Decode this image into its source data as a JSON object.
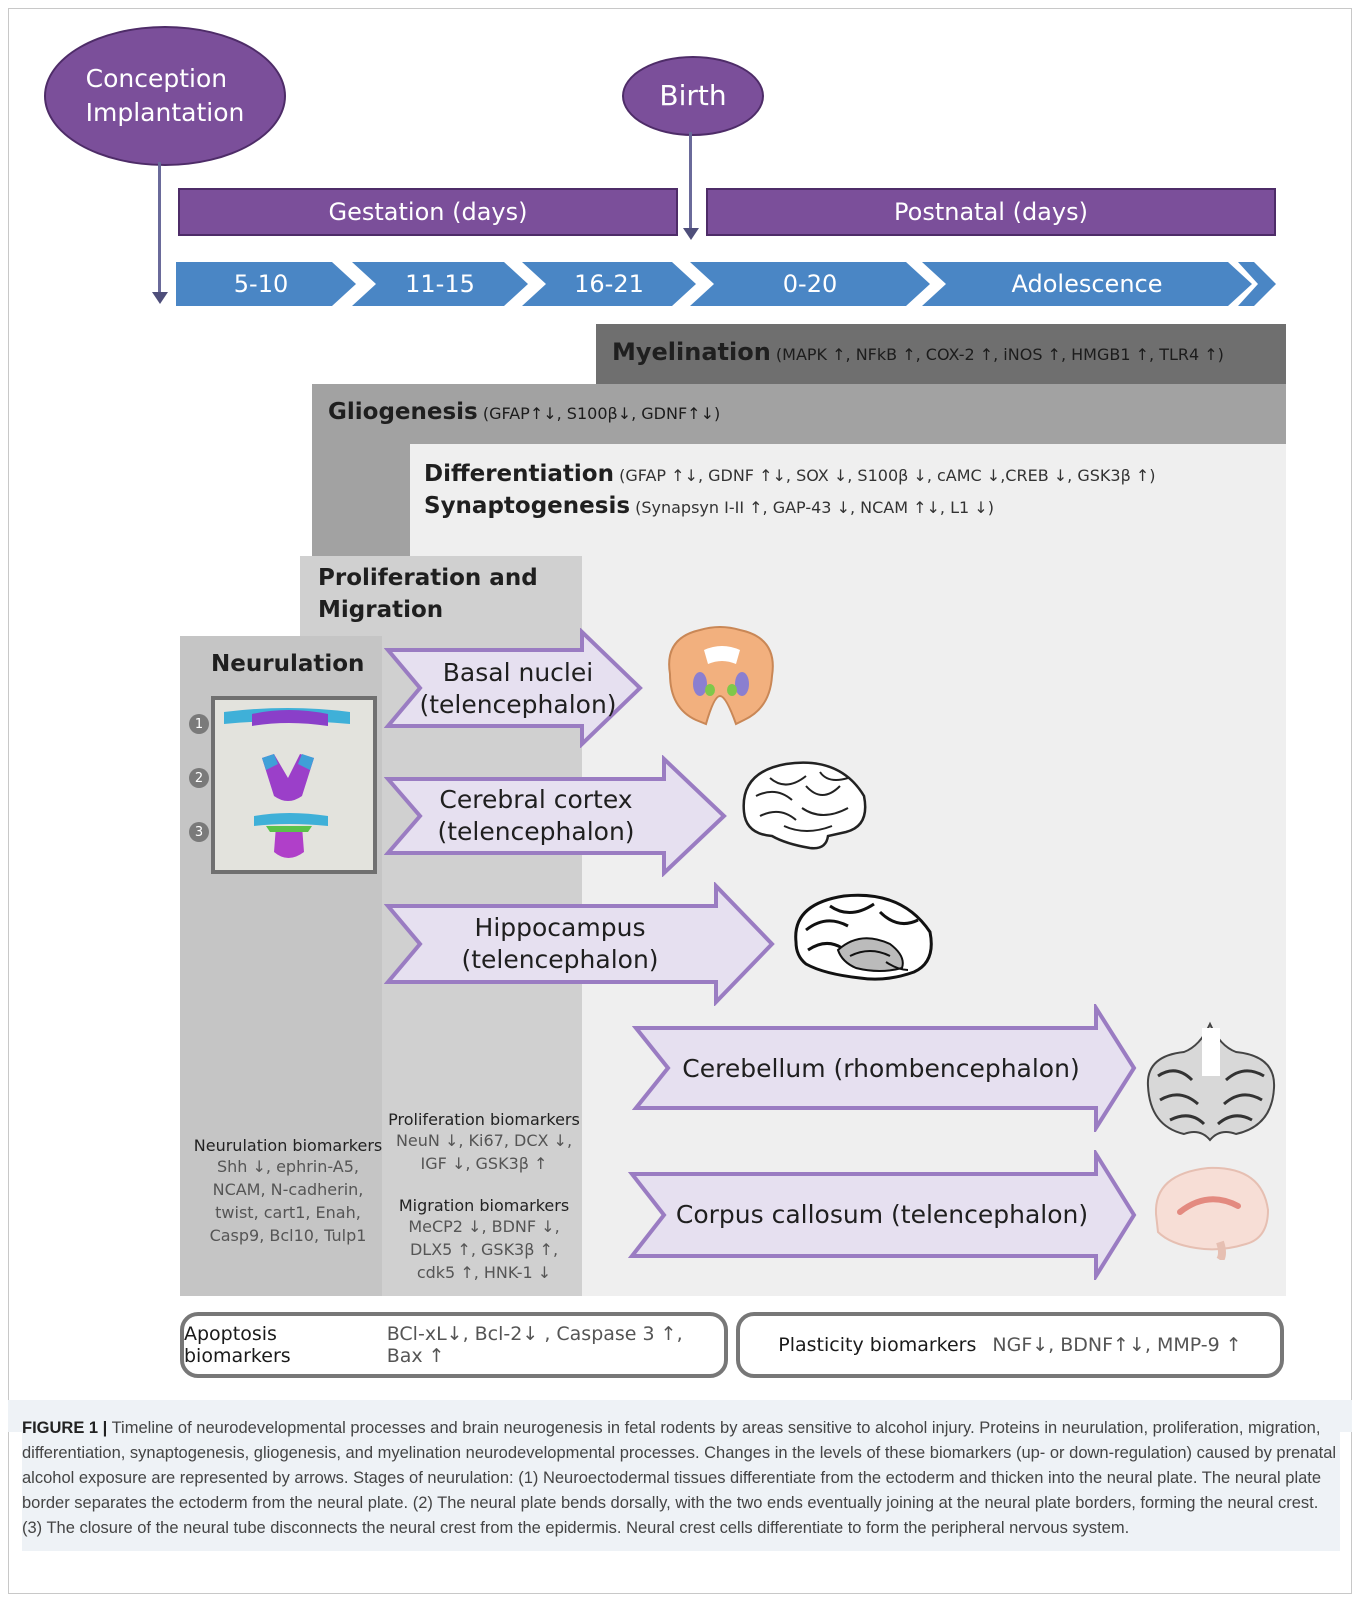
{
  "timeline": {
    "conception_line1": "Conception",
    "conception_line2": "Implantation",
    "birth": "Birth",
    "gestation": "Gestation (days)",
    "postnatal": "Postnatal (days)",
    "stages": [
      "5-10",
      "11-15",
      "16-21",
      "0-20",
      "Adolescence"
    ]
  },
  "processes": {
    "myelination": {
      "title": "Myelination",
      "markers": "(MAPK ↑, NFkB ↑, COX-2 ↑, iNOS ↑, HMGB1 ↑, TLR4 ↑)"
    },
    "gliogenesis": {
      "title": "Gliogenesis",
      "markers": "(GFAP↑↓, S100β↓, GDNF↑↓)"
    },
    "differentiation": {
      "title": "Differentiation",
      "markers": "(GFAP ↑↓, GDNF ↑↓, SOX ↓, S100β ↓, cAMC ↓,CREB ↓, GSK3β ↑)"
    },
    "synaptogenesis": {
      "title": "Synaptogenesis",
      "markers": "(Synapsyn I-II ↑, GAP-43 ↓, NCAM ↑↓, L1 ↓)"
    },
    "proliferation_line1": "Proliferation and",
    "proliferation_line2": "Migration",
    "neurulation": "Neurulation"
  },
  "neurulation_steps": [
    "1",
    "2",
    "3"
  ],
  "regions": [
    {
      "line1": "Basal nuclei",
      "line2": "(telencephalon)",
      "image": "basal-nuclei-section"
    },
    {
      "line1": "Cerebral cortex",
      "line2": "(telencephalon)",
      "image": "cerebral-cortex-drawing"
    },
    {
      "line1": "Hippocampus",
      "line2": "(telencephalon)",
      "image": "hippocampus-sagittal-drawing"
    },
    {
      "line1": "Cerebellum (rhombencephalon)",
      "image": "cerebellum-section"
    },
    {
      "line1": "Corpus callosum (telencephalon)",
      "image": "corpus-callosum-brain"
    }
  ],
  "biomarkers": {
    "neurulation_head": "Neurulation biomarkers",
    "neurulation_lines": [
      "Shh ↓, ephrin-A5,",
      "NCAM, N-cadherin,",
      "twist, cart1, Enah,",
      "Casp9, Bcl10, Tulp1"
    ],
    "proliferation_head": "Proliferation biomarkers",
    "proliferation_lines": [
      "NeuN ↓, Ki67, DCX ↓,",
      "IGF ↓, GSK3β ↑"
    ],
    "migration_head": "Migration biomarkers",
    "migration_lines": [
      "MeCP2 ↓, BDNF ↓,",
      "DLX5 ↑, GSK3β ↑,",
      "cdk5 ↑, HNK-1 ↓"
    ]
  },
  "bottom": {
    "apoptosis_head": "Apoptosis biomarkers",
    "apoptosis_values": "BCl-xL↓, Bcl-2↓ , Caspase 3 ↑, Bax ↑",
    "plasticity_head": "Plasticity biomarkers",
    "plasticity_values": "NGF↓, BDNF↑↓, MMP-9 ↑"
  },
  "caption": {
    "label": "FIGURE 1 |",
    "text": "Timeline of neurodevelopmental processes and brain neurogenesis in fetal rodents by areas sensitive to alcohol injury. Proteins in neurulation, proliferation, migration, differentiation, synaptogenesis, gliogenesis, and myelination neurodevelopmental processes. Changes in the levels of these biomarkers (up- or down-regulation) caused by prenatal alcohol exposure are represented by arrows. Stages of neurulation: (1) Neuroectodermal tissues differentiate from the ectoderm and thicken into the neural plate. The neural plate border separates the ectoderm from the neural plate. (2) The neural plate bends dorsally, with the two ends eventually joining at the neural plate borders, forming the neural crest. (3) The closure of the neural tube disconnects the neural crest from the epidermis. Neural crest cells differentiate to form the peripheral nervous system."
  },
  "colors": {
    "purple": "#7b4f9a",
    "blue": "#4a86c5",
    "lavender": "#e6e0f0",
    "arrow_border": "#9a7cc2"
  }
}
